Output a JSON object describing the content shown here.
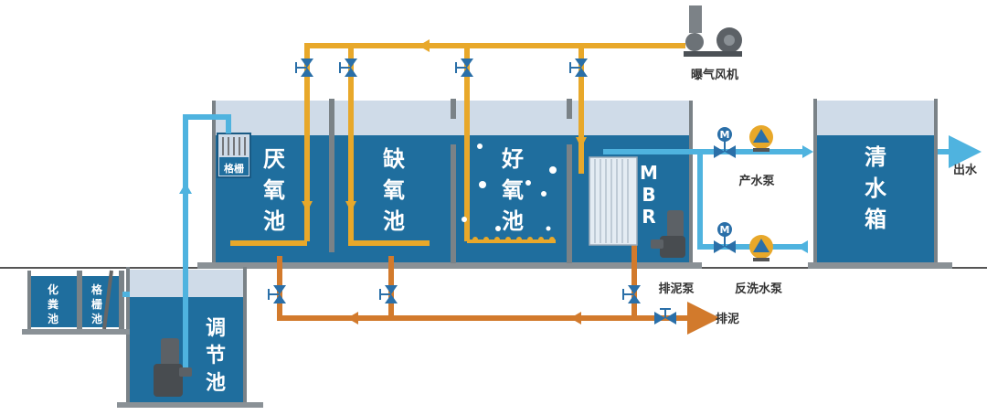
{
  "labels": {
    "anaerobic": [
      "厌",
      "氧",
      "池"
    ],
    "anoxic": [
      "缺",
      "氧",
      "池"
    ],
    "aerobic": [
      "好",
      "氧",
      "池"
    ],
    "mbr": [
      "M",
      "B",
      "R"
    ],
    "clear_tank": [
      "清",
      "水",
      "箱"
    ],
    "regulating": [
      "调",
      "节",
      "池"
    ],
    "septic": [
      "化",
      "粪",
      "池"
    ],
    "grid_small": [
      "格",
      "栅",
      "池"
    ],
    "grille": "格栅",
    "blower": "曝气风机",
    "product_pump": "产水泵",
    "backwash_pump": "反洗水泵",
    "sludge_pump": "排泥泵",
    "sludge_out": "排泥",
    "water_out": "出水"
  },
  "colors": {
    "tank_water": "#1f6e9e",
    "tank_air": "#cfdbe8",
    "wall": "#7a8287",
    "air_pipe": "#e8a82a",
    "water_pipe": "#4fb3df",
    "sludge_pipe": "#d27a2c",
    "valve": "#2a6fa8"
  }
}
